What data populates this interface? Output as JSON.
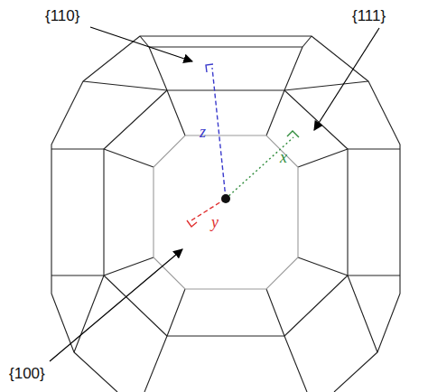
{
  "diagram": {
    "labels": [
      "{110}",
      "{111}",
      "z",
      "x",
      "y",
      "{100}"
    ]
  }
}
